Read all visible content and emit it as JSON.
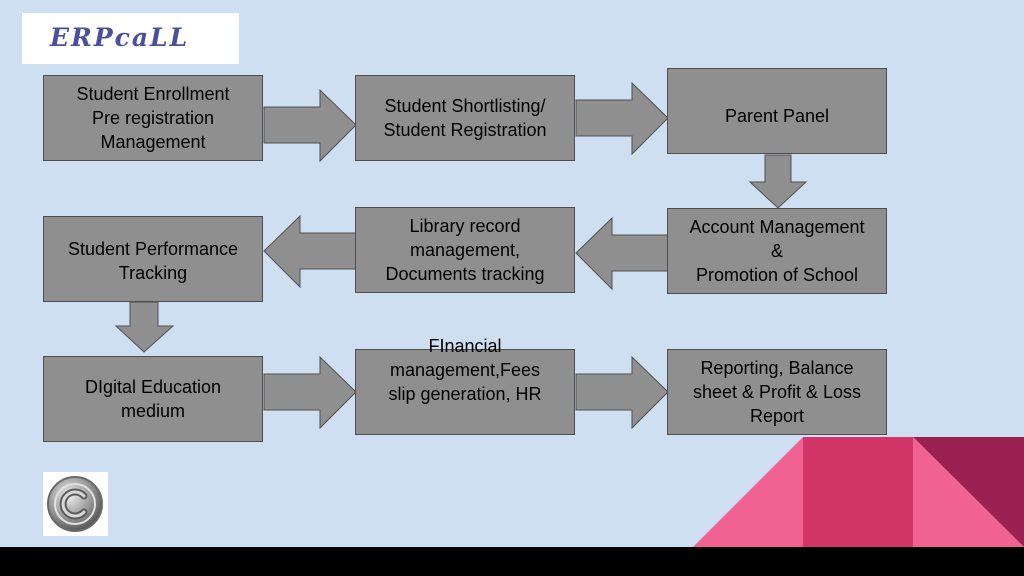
{
  "logo": {
    "text": "ERPcaLL"
  },
  "boxes": {
    "enrollment": "Student Enrollment\nPre registration\nManagement",
    "shortlisting": "Student Shortlisting/\nStudent Registration",
    "parent_panel": "Parent Panel",
    "account": "Account Management\n&\nPromotion of School",
    "library": "Library record\nmanagement,\nDocuments tracking",
    "performance": "Student Performance\nTracking",
    "digital": "DIgital Education\nmedium",
    "financial": "FInancial\nmanagement,Fees\nslip generation, HR",
    "reporting": "Reporting, Balance\nsheet & Profit & Loss\nReport"
  },
  "icons": {
    "copyright": "copyright-icon"
  },
  "colors": {
    "background": "#cfdff2",
    "box_fill": "#8f8f8f",
    "pink": "#f06292",
    "crimson": "#d13568",
    "maroon": "#9b2150"
  }
}
